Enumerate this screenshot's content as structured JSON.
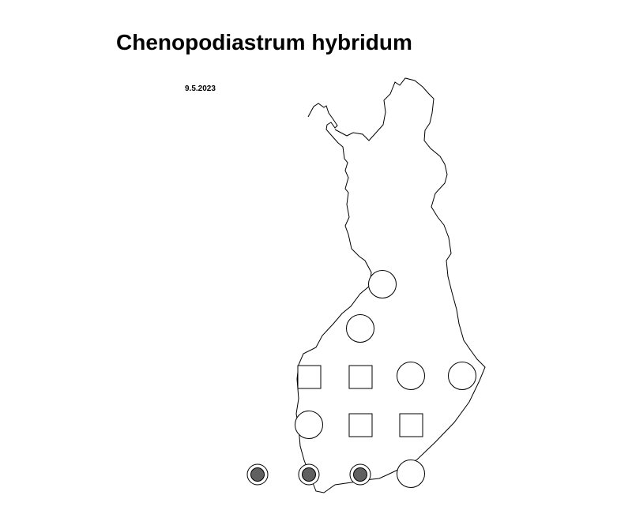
{
  "title": "Chenopodiastrum hybridum",
  "date": "9.5.2023",
  "region": "Finland",
  "colors": {
    "outline": "#000000",
    "marker_fill": "#ffffff",
    "dot_fill": "#606060"
  },
  "markers": [
    {
      "id": "r1c5-circle",
      "symbol": "circle"
    },
    {
      "id": "r2c4-circle",
      "symbol": "circle"
    },
    {
      "id": "r3c3-square",
      "symbol": "square"
    },
    {
      "id": "r3c4-square",
      "symbol": "square"
    },
    {
      "id": "r3c5-circle",
      "symbol": "circle"
    },
    {
      "id": "r3c6-circle",
      "symbol": "circle"
    },
    {
      "id": "r4c3-circle",
      "symbol": "circle"
    },
    {
      "id": "r4c4-square",
      "symbol": "square"
    },
    {
      "id": "r4c5-square",
      "symbol": "square"
    },
    {
      "id": "r5c2-dotted-circle",
      "symbol": "circle-with-dot"
    },
    {
      "id": "r5c3-dotted-circle",
      "symbol": "circle-with-dot"
    },
    {
      "id": "r5c4-dotted-circle",
      "symbol": "circle-with-dot"
    },
    {
      "id": "r5c5-circle",
      "symbol": "circle"
    }
  ]
}
